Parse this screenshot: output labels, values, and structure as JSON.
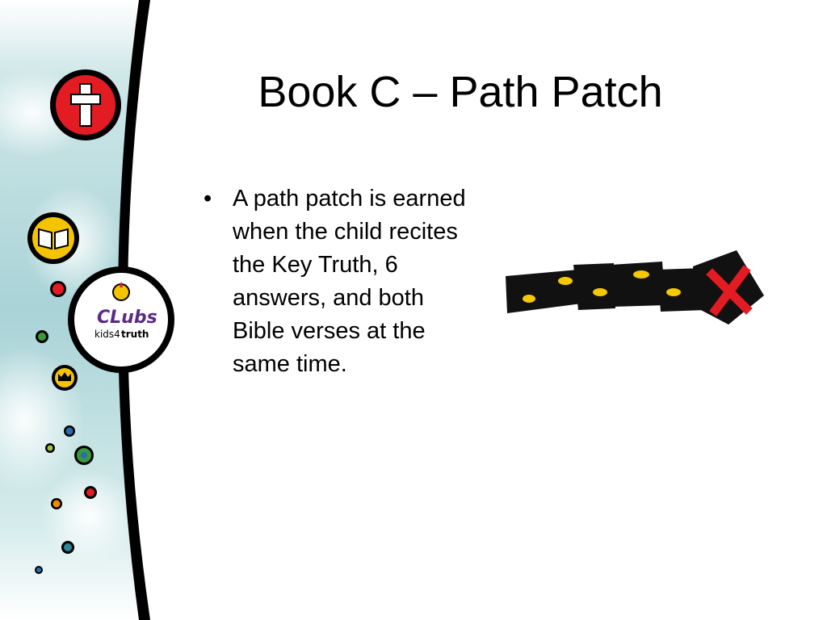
{
  "slide": {
    "title": "Book C – Path Patch",
    "bullets": [
      {
        "marker": "•",
        "text": "A path patch is earned when the child recites the Key Truth, 6 answers, and both Bible verses at the same time."
      }
    ]
  },
  "logo": {
    "word": "CLubs",
    "tagline_prefix": "kids4",
    "tagline_suffix": "truth"
  },
  "icons": {
    "top_badge": "cross-icon",
    "book_badge": "open-book-icon",
    "crown_badge": "crown-icon",
    "patch": "footprints-path-patch-icon"
  },
  "colors": {
    "accent_red": "#e31b23",
    "accent_yellow": "#f5c400",
    "sky_teal": "#b9dcde",
    "patch_black": "#111111",
    "footprint_yellow": "#f6c800"
  }
}
